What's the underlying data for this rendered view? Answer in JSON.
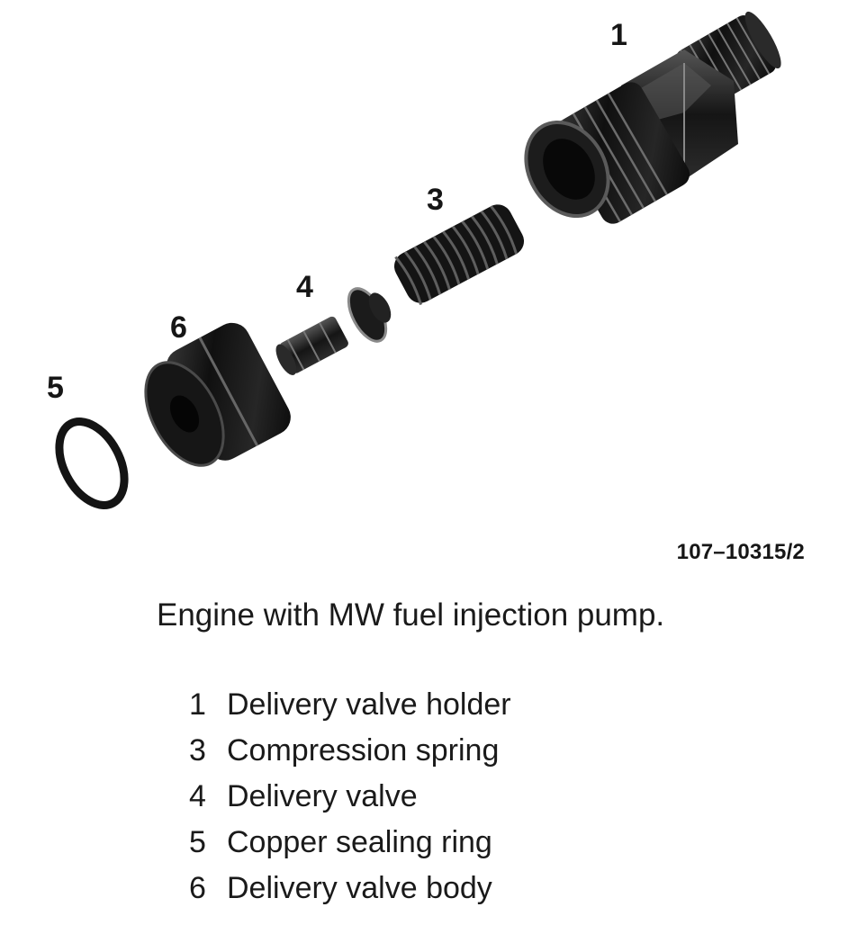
{
  "figure": {
    "callouts": [
      "1",
      "3",
      "4",
      "6",
      "5"
    ],
    "code": "107–10315/2"
  },
  "caption": "Engine with MW fuel injection pump.",
  "legend": [
    {
      "num": "1",
      "text": "Delivery valve holder"
    },
    {
      "num": "3",
      "text": "Compression spring"
    },
    {
      "num": "4",
      "text": "Delivery valve"
    },
    {
      "num": "5",
      "text": "Copper sealing ring"
    },
    {
      "num": "6",
      "text": "Delivery valve body"
    }
  ]
}
